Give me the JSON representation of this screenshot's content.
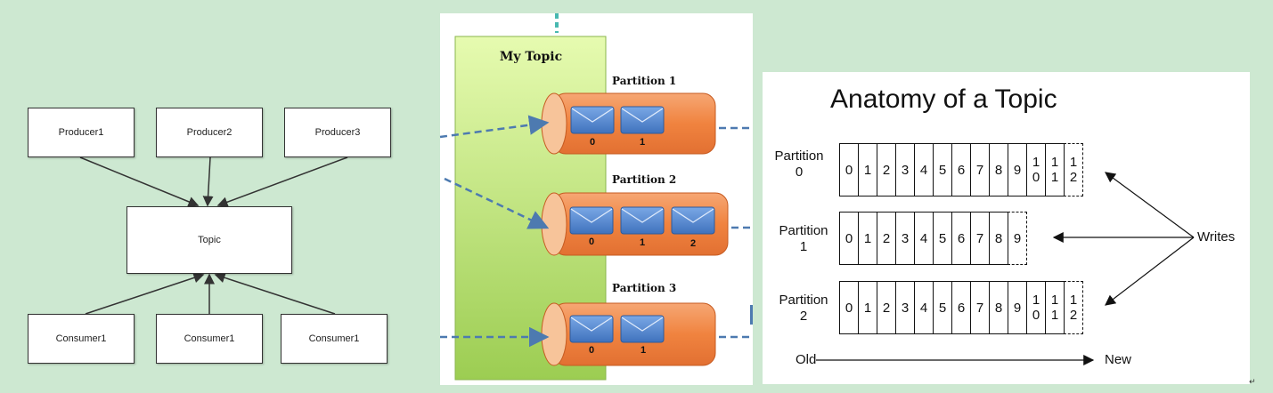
{
  "flow": {
    "producers": [
      "Producer1",
      "Producer2",
      "Producer3"
    ],
    "topic": "Topic",
    "consumers": [
      "Consumer1",
      "Consumer1",
      "Consumer1"
    ]
  },
  "partitions_figure": {
    "topic_label": "My Topic",
    "partitions": [
      {
        "label": "Partition 1",
        "messages": [
          "0",
          "1"
        ]
      },
      {
        "label": "Partition 2",
        "messages": [
          "0",
          "1",
          "2"
        ]
      },
      {
        "label": "Partition 3",
        "messages": [
          "0",
          "1"
        ]
      }
    ],
    "colors": {
      "column": "#b5de6a",
      "tube": "#f28a48",
      "message": "#5b8fd3",
      "arrow": "#4d7ab0"
    }
  },
  "anatomy": {
    "title": "Anatomy of a Topic",
    "partitions": [
      {
        "label": [
          "Partition",
          "0"
        ],
        "cells": [
          "0",
          "1",
          "2",
          "3",
          "4",
          "5",
          "6",
          "7",
          "8",
          "9",
          "1\n0",
          "1\n1"
        ],
        "next": "1\n2"
      },
      {
        "label": [
          "Partition",
          "1"
        ],
        "cells": [
          "0",
          "1",
          "2",
          "3",
          "4",
          "5",
          "6",
          "7",
          "8"
        ],
        "next": "9"
      },
      {
        "label": [
          "Partition",
          "2"
        ],
        "cells": [
          "0",
          "1",
          "2",
          "3",
          "4",
          "5",
          "6",
          "7",
          "8",
          "9",
          "1\n0",
          "1\n1"
        ],
        "next": "1\n2"
      }
    ],
    "writes_label": "Writes",
    "old_label": "Old",
    "new_label": "New"
  },
  "enter_mark": "↵"
}
